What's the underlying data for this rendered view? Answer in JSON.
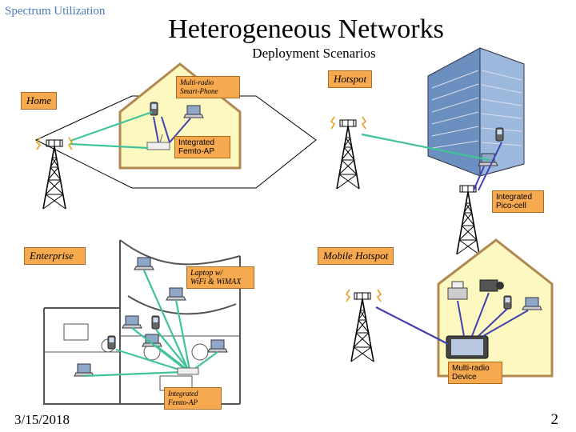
{
  "header": {
    "section": "Spectrum Utilization",
    "title": "Heterogeneous Networks",
    "subtitle": "Deployment Scenarios"
  },
  "scenarios": {
    "home": "Home",
    "hotspot": "Hotspot",
    "enterprise": "Enterprise",
    "mobile_hotspot": "Mobile Hotspot"
  },
  "callouts": {
    "multi_radio_phone_l1": "Multi-radio",
    "multi_radio_phone_l2": "Smart-Phone",
    "femto_home_l1": "Integrated",
    "femto_home_l2": "Femto-AP",
    "pico_l1": "Integrated",
    "pico_l2": "Pico-cell",
    "laptop_l1": "Laptop w/",
    "laptop_l2": "WiFi & WiMAX",
    "multi_radio_device_l1": "Multi-radio",
    "multi_radio_device_l2": "Device",
    "femto_ent_l1": "Integrated",
    "femto_ent_l2": "Femto-AP"
  },
  "footer": {
    "date": "3/15/2018",
    "page": "2"
  },
  "colors": {
    "house_fill": "#fdf7c0",
    "callout_fill": "#f6a94e",
    "link_green": "#3fc39a",
    "link_blue": "#4040b0",
    "spark": "#e6a020"
  },
  "icons": [
    "cell-tower-icon",
    "smartphone-icon",
    "laptop-icon",
    "router-icon",
    "office-building-icon",
    "printer-icon",
    "camcorder-icon"
  ]
}
